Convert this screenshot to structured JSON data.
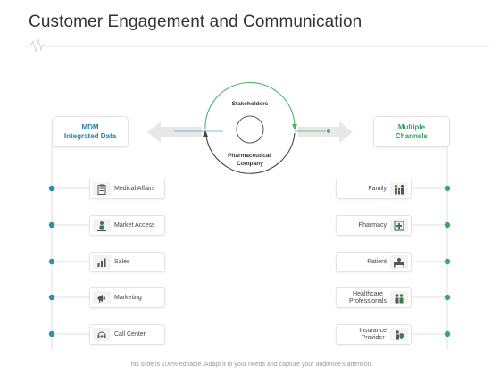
{
  "title": "Customer Engagement and Communication",
  "center": {
    "top_label": "Stakeholders",
    "bottom_label": "Pharmaceutical\nCompany"
  },
  "left_header": "MDM\nIntegrated Data",
  "right_header": "Multiple\nChannels",
  "left_items": [
    {
      "label": "Medical Affairs",
      "icon": "clipboard-icon"
    },
    {
      "label": "Market Access",
      "icon": "person-presenting-icon"
    },
    {
      "label": "Sales",
      "icon": "bar-chart-icon"
    },
    {
      "label": "Marketing",
      "icon": "megaphone-icon"
    },
    {
      "label": "Call Center",
      "icon": "headset-icon"
    }
  ],
  "right_items": [
    {
      "label": "Family",
      "icon": "family-icon"
    },
    {
      "label": "Pharmacy",
      "icon": "pharmacy-cross-icon"
    },
    {
      "label": "Patient",
      "icon": "patient-bed-icon"
    },
    {
      "label": "Healthcare\nProfessionals",
      "icon": "doctors-icon"
    },
    {
      "label": "Insurance\nProvider",
      "icon": "insurance-icon"
    }
  ],
  "footer": "This slide is 100% editable. Adapt it to your needs and capture your audience's attention.",
  "colors": {
    "left_accent": "#2a8fb0",
    "right_accent": "#3aaa5c",
    "arrow": "#e6e6e6"
  }
}
